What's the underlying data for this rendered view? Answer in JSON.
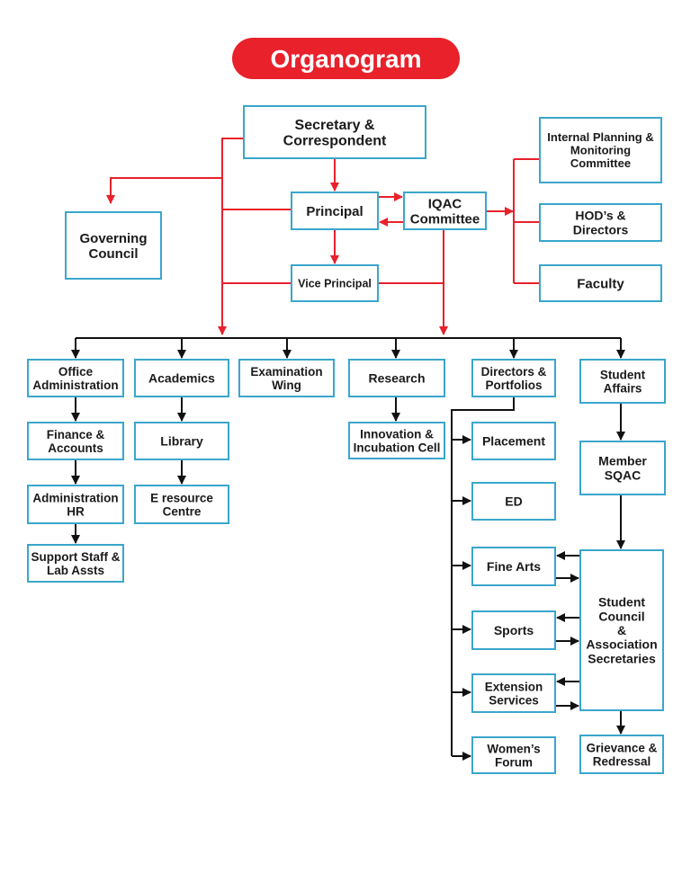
{
  "title": "Organogram",
  "colors": {
    "box_border": "#3aa6cc",
    "red": "#e8212b",
    "black": "#111111",
    "title_bg": "#e8212b",
    "title_text": "#ffffff"
  },
  "nodes": {
    "secretary": [
      "Secretary &",
      "Correspondent"
    ],
    "principal": [
      "Principal"
    ],
    "iqac": [
      "IQAC",
      "Committee"
    ],
    "vice_principal": [
      "Vice Principal"
    ],
    "governing_council": [
      "Governing",
      "Council"
    ],
    "internal_planning": [
      "Internal Planning &",
      "Monitoring",
      "Committee"
    ],
    "hods_directors": [
      "HOD’s &",
      "Directors"
    ],
    "faculty": [
      "Faculty"
    ],
    "office_admin": [
      "Office",
      "Administration"
    ],
    "academics": [
      "Academics"
    ],
    "examination_wing": [
      "Examination",
      "Wing"
    ],
    "research": [
      "Research"
    ],
    "directors_portfolios": [
      "Directors &",
      "Portfolios"
    ],
    "student_affairs": [
      "Student",
      "Affairs"
    ],
    "finance_accounts": [
      "Finance &",
      "Accounts"
    ],
    "admin_hr": [
      "Administration",
      "HR"
    ],
    "support_staff": [
      "Support Staff &",
      "Lab Assts"
    ],
    "library": [
      "Library"
    ],
    "e_resource": [
      "E resource",
      "Centre"
    ],
    "innovation": [
      "Innovation &",
      "Incubation Cell"
    ],
    "placement": [
      "Placement"
    ],
    "ed": [
      "ED"
    ],
    "fine_arts": [
      "Fine Arts"
    ],
    "sports": [
      "Sports"
    ],
    "extension": [
      "Extension",
      "Services"
    ],
    "womens_forum": [
      "Women’s",
      "Forum"
    ],
    "member_sqac": [
      "Member",
      "SQAC"
    ],
    "student_council": [
      "Student",
      "Council",
      "&",
      "Association",
      "Secretaries"
    ],
    "grievance": [
      "Grievance &",
      "Redressal"
    ]
  }
}
